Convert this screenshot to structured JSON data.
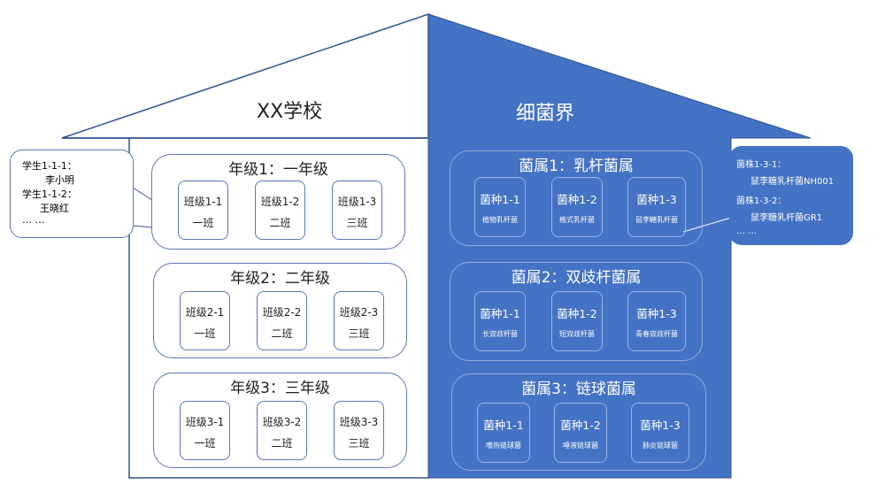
{
  "left": {
    "title": "XX学校",
    "grades": [
      {
        "title": "年级1：一年级",
        "classes": [
          {
            "code": "班级1-1",
            "name": "一班"
          },
          {
            "code": "班级1-2",
            "name": "二班"
          },
          {
            "code": "班级1-3",
            "name": "三班"
          }
        ]
      },
      {
        "title": "年级2：二年级",
        "classes": [
          {
            "code": "班级2-1",
            "name": "一班"
          },
          {
            "code": "班级2-2",
            "name": "二班"
          },
          {
            "code": "班级2-3",
            "name": "三班"
          }
        ]
      },
      {
        "title": "年级3：三年级",
        "classes": [
          {
            "code": "班级3-1",
            "name": "一班"
          },
          {
            "code": "班级3-2",
            "name": "二班"
          },
          {
            "code": "班级3-3",
            "name": "三班"
          }
        ]
      }
    ],
    "callout": {
      "line1": "学生1-1-1：",
      "line2": "李小明",
      "line3": "学生1-1-2：",
      "line4": "王晓红",
      "line5": "… …"
    }
  },
  "right": {
    "title": "细菌界",
    "genera": [
      {
        "title": "菌属1：乳杆菌属",
        "species": [
          {
            "code": "菌种1-1",
            "name": "植物乳杆菌"
          },
          {
            "code": "菌种1-2",
            "name": "格式乳杆菌"
          },
          {
            "code": "菌种1-3",
            "name": "鼠李糖乳杆菌"
          }
        ]
      },
      {
        "title": "菌属2：双歧杆菌属",
        "species": [
          {
            "code": "菌种1-1",
            "name": "长双歧杆菌"
          },
          {
            "code": "菌种1-2",
            "name": "短双歧杆菌"
          },
          {
            "code": "菌种1-3",
            "name": "青春双歧杆菌"
          }
        ]
      },
      {
        "title": "菌属3：链球菌属",
        "species": [
          {
            "code": "菌种1-1",
            "name": "嗜热链球菌"
          },
          {
            "code": "菌种1-2",
            "name": "唾液链球菌"
          },
          {
            "code": "菌种1-3",
            "name": "肺炎链球菌"
          }
        ]
      }
    ],
    "callout": {
      "line1": "菌株1-3-1：",
      "line2": "鼠李糖乳杆菌NH001",
      "line3": "菌株1-3-2：",
      "line4": "鼠李糖乳杆菌GR1",
      "line5": "… …"
    }
  },
  "colors": {
    "blue_fill": "#4472c4",
    "outline": "#5b77b5"
  }
}
